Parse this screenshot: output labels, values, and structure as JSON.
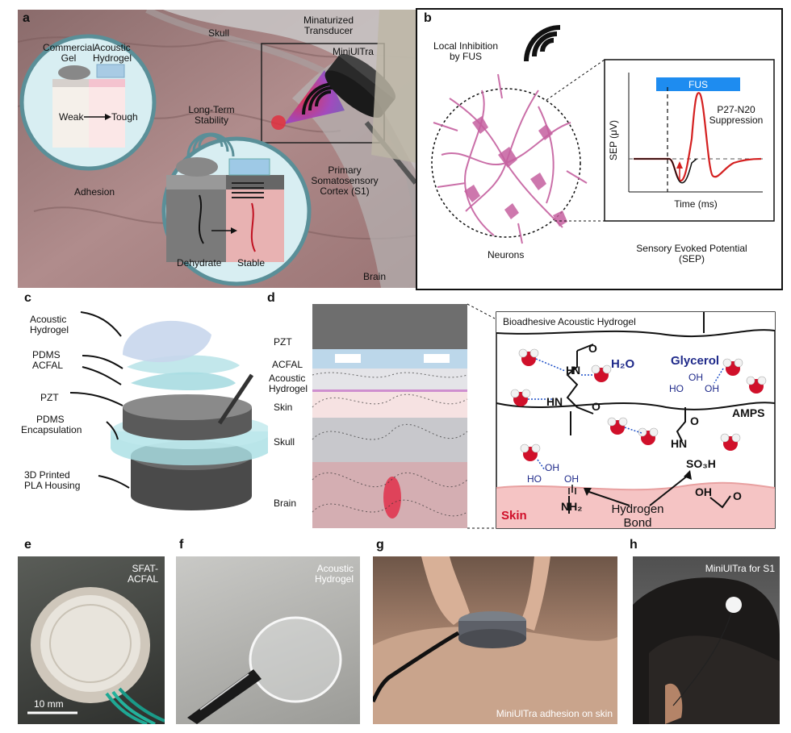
{
  "panel_letters": {
    "a": "a",
    "b": "b",
    "c": "c",
    "d": "d",
    "e": "e",
    "f": "f",
    "g": "g",
    "h": "h"
  },
  "panel_a": {
    "skull": "Skull",
    "transducer_line1": "Minaturized",
    "transducer_line2": "Transducer",
    "miniultra": "MiniUlTra",
    "commercial_gel_1": "Commercial",
    "commercial_gel_2": "Gel",
    "acoustic_hydrogel_1": "Acoustic",
    "acoustic_hydrogel_2": "Hydrogel",
    "weak": "Weak",
    "tough": "Tough",
    "adhesion": "Adhesion",
    "long_term_1": "Long-Term",
    "long_term_2": "Stability",
    "dehydrate": "Dehydrate",
    "stable": "Stable",
    "s1_line1": "Primary",
    "s1_line2": "Somatosensory",
    "s1_line3": "Cortex (S1)",
    "brain": "Brain"
  },
  "panel_b": {
    "inhibition_1": "Local Inhibition",
    "inhibition_2": "by FUS",
    "neurons": "Neurons",
    "fus_bar": "FUS",
    "suppression_1": "P27-N20",
    "suppression_2": "Suppression",
    "ylabel": "SEP (μV)",
    "xlabel": "Time (ms)",
    "sep_1": "Sensory Evoked Potential",
    "sep_2": "(SEP)"
  },
  "panel_c": {
    "acoustic_hydrogel_1": "Acoustic",
    "acoustic_hydrogel_2": "Hydrogel",
    "pdms": "PDMS",
    "acfal": "ACFAL",
    "pzt": "PZT",
    "pdms_enc_1": "PDMS",
    "pdms_enc_2": "Encapsulation",
    "housing_1": "3D Printed",
    "housing_2": "PLA Housing"
  },
  "panel_d": {
    "pzt": "PZT",
    "acfal": "ACFAL",
    "acoustic_hydrogel_1": "Acoustic",
    "acoustic_hydrogel_2": "Hydrogel",
    "skin": "Skin",
    "skull": "Skull",
    "brain": "Brain",
    "bioadhesive": "Bioadhesive Acoustic Hydrogel",
    "h2o": "H₂O",
    "glycerol": "Glycerol",
    "amps": "AMPS",
    "skin_label": "Skin",
    "hbond_1": "Hydrogen",
    "hbond_2": "Bond",
    "nh_1": "N",
    "nh_2": "N",
    "nh_3": "N",
    "so3h": "SO₃H",
    "oh": "OH",
    "nh2": "NH₂",
    "h_1": "H",
    "h_2": "H",
    "h_3": "H",
    "o_1": "O",
    "o_2": "O",
    "o_3": "O",
    "o_4": "O",
    "ho_1": "HO",
    "ho_2": "HO",
    "oh_1": "OH",
    "oh_2": "OH",
    "oh_3": "OH",
    "oh_4": "OH"
  },
  "panel_e": {
    "caption_1": "SFAT-",
    "caption_2": "ACFAL",
    "scale": "10 mm"
  },
  "panel_f": {
    "caption_1": "Acoustic",
    "caption_2": "Hydrogel"
  },
  "panel_g": {
    "caption": "MiniUlTra adhesion on skin"
  },
  "panel_h": {
    "caption": "MiniUlTra for S1"
  },
  "colors": {
    "fus_blue": "#1e8cf0",
    "trace_red": "#d42020",
    "hydrogel_blue": "#1f2a8a",
    "skin_red": "#d0102a",
    "neuron_pink": "#c5609f"
  }
}
